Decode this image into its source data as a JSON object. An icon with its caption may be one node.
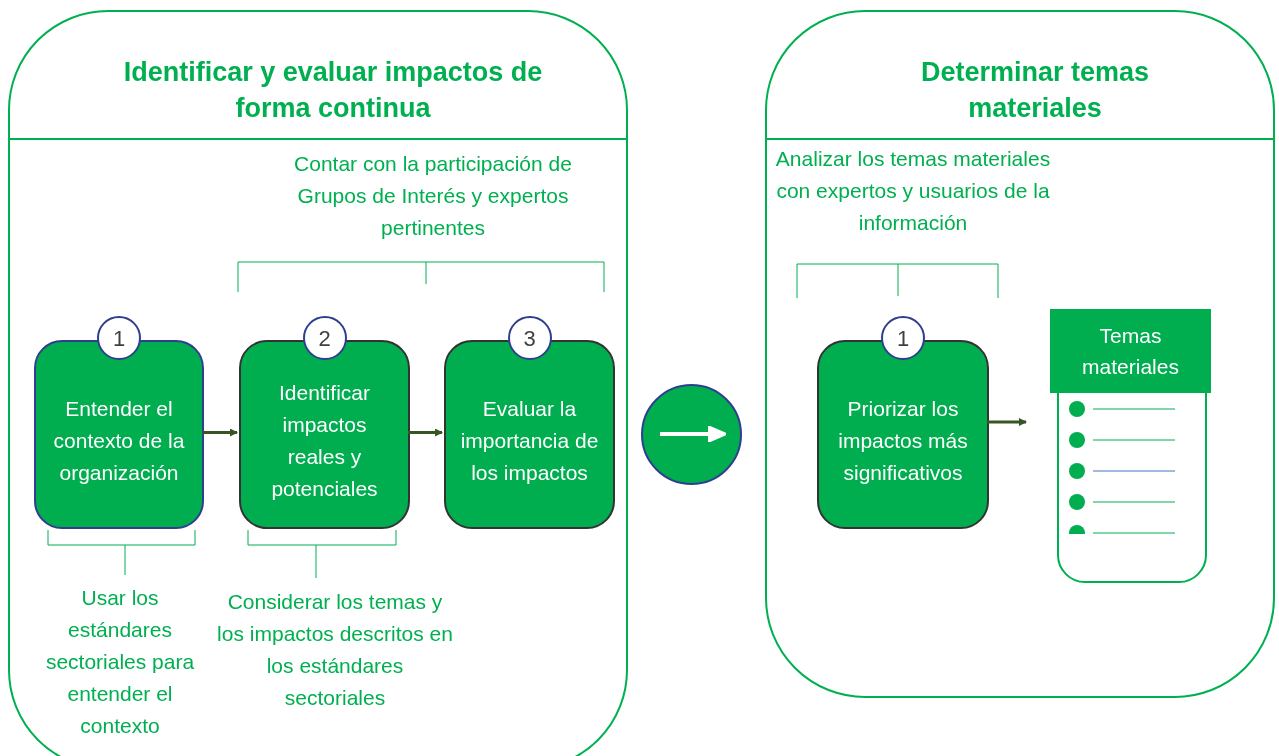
{
  "diagram": {
    "nodes": [
      {
        "text": [
          "Identificar y evaluar impactos de forma continua"
        ]
      },
      {
        "text": [
          "1",
          "Entender el contexto de la organización"
        ],
        "in": 0
      },
      {
        "text": [
          "2",
          "Identificar impactos reales y potenciales"
        ],
        "in": 0
      },
      {
        "text": [
          "3",
          "Evaluar la importancia de los impactos"
        ],
        "in": 0
      },
      {
        "text": [],
        "shape": "circle"
      },
      {
        "text": [
          "Determinar temas materiales"
        ]
      },
      {
        "text": [
          "1",
          "Priorizar los impactos más significativos"
        ],
        "in": 5
      },
      {
        "text": [
          "Temas materiales"
        ],
        "in": 5
      }
    ],
    "edges": [
      {
        "from": 1,
        "to": 2,
        "arrow": "to"
      },
      {
        "from": 2,
        "to": 3,
        "arrow": "to"
      },
      {
        "from": 6,
        "to": 7,
        "arrow": "to"
      }
    ],
    "labels": [
      "Contar con la participación de Grupos de Interés y expertos pertinentes",
      "Usar los estándares sectoriales para entender el contexto",
      "Considerar los temas y los impactos descritos en los estándares sectoriales",
      "Analizar los temas materiales con expertos y usuarios de la información"
    ]
  }
}
